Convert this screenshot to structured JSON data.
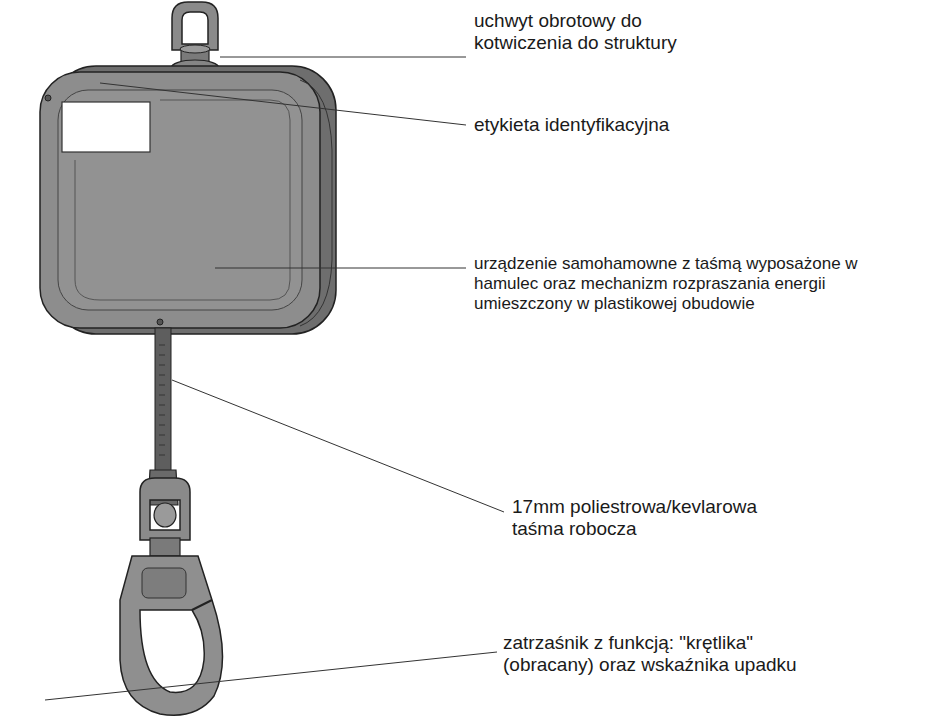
{
  "diagram": {
    "labels": [
      "uchwyt obrotowy do kotwiczenia do struktury",
      "etykieta identyfikacyjna",
      "urządzenie samohamowne z taśmą wyposażone w hamulec oraz mechanizm rozpraszania energii umieszczony w plastikowej obudowie",
      "17mm poliestrowa/kevlarowa taśma robocza",
      "zatrzaśnik z funkcją: \"krętlika\" (obracany) oraz wskaźnika upadku"
    ]
  }
}
